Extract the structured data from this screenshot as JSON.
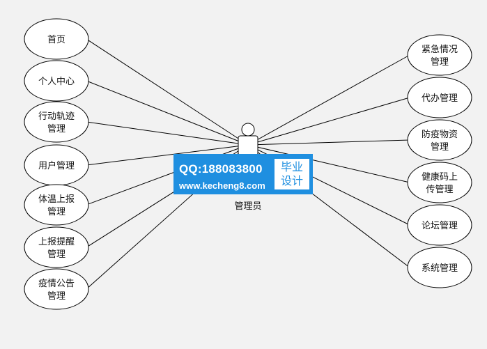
{
  "actor": {
    "label": "管理员"
  },
  "use_cases_left": [
    {
      "lines": [
        "首页"
      ]
    },
    {
      "lines": [
        "个人中心"
      ]
    },
    {
      "lines": [
        "行动轨迹",
        "管理"
      ]
    },
    {
      "lines": [
        "用户管理"
      ]
    },
    {
      "lines": [
        "体温上报",
        "管理"
      ]
    },
    {
      "lines": [
        "上报提醒",
        "管理"
      ]
    },
    {
      "lines": [
        "疫情公告",
        "管理"
      ]
    }
  ],
  "use_cases_right": [
    {
      "lines": [
        "紧急情况",
        "管理"
      ]
    },
    {
      "lines": [
        "代办管理"
      ]
    },
    {
      "lines": [
        "防疫物资",
        "管理"
      ]
    },
    {
      "lines": [
        "健康码上",
        "传管理"
      ]
    },
    {
      "lines": [
        "论坛管理"
      ]
    },
    {
      "lines": [
        "系统管理"
      ]
    }
  ],
  "watermark": {
    "qq": "QQ:188083800",
    "site": "www.kecheng8.com",
    "badge_line1": "毕业",
    "badge_line2": "设计",
    "background_color": "#1f8fe0"
  },
  "colors": {
    "background": "#f2f2f2",
    "stroke": "#000000",
    "ellipse_fill": "#ffffff"
  }
}
